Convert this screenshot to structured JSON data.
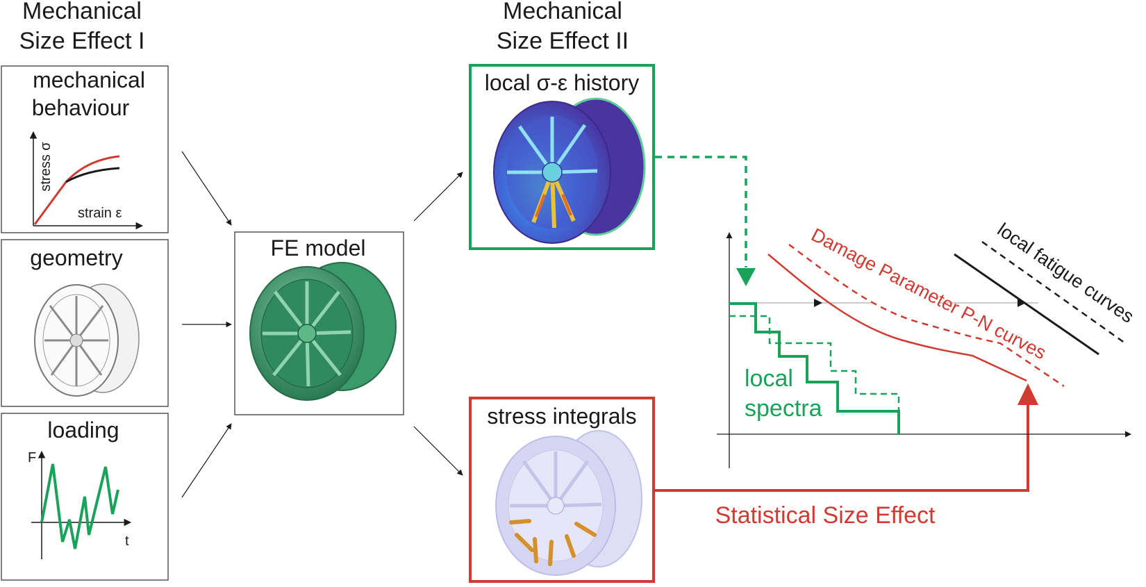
{
  "colors": {
    "green": "#1aa15a",
    "red": "#d03a30",
    "black": "#1a1a1a",
    "fe_green": "#2e8a5c",
    "fe_green_light": "#59b585",
    "stress_blue": "#3f4fcf",
    "stress_purple": "#5a3aa8",
    "integral_lavender": "#c9c9ee",
    "geometry_gray": "#cfcfcf"
  },
  "headings": {
    "mse1": [
      "Mechanical",
      "Size Effect I"
    ],
    "mse2": [
      "Mechanical",
      "Size Effect II"
    ]
  },
  "inputs": {
    "mechanical_behaviour": {
      "title": [
        "mechanical",
        "behaviour"
      ],
      "y_axis_label": "stress σ",
      "x_axis_label": "strain ε"
    },
    "geometry": {
      "title": "geometry"
    },
    "loading": {
      "title": "loading",
      "y_axis_label": "F",
      "x_axis_label": "t"
    }
  },
  "fe_model": {
    "title": "FE model"
  },
  "outputs": {
    "local_history": {
      "title": "local σ-ε history"
    },
    "stress_integrals": {
      "title": "stress integrals"
    }
  },
  "fatigue_chart": {
    "spectra_label": [
      "local",
      "spectra"
    ],
    "damage_label": "Damage Parameter P-N curves",
    "fatigue_label": "local fatigue curves"
  },
  "statistical_size_effect": "Statistical Size Effect",
  "icons": {
    "mechanical_behaviour": "stress-strain-curve-icon",
    "geometry": "wheel-wireframe-icon",
    "loading": "load-time-signal-icon",
    "fe_model": "fe-wheel-model-icon",
    "local_history": "stress-contour-wheel-icon",
    "stress_integrals": "highlighted-spokes-wheel-icon"
  }
}
